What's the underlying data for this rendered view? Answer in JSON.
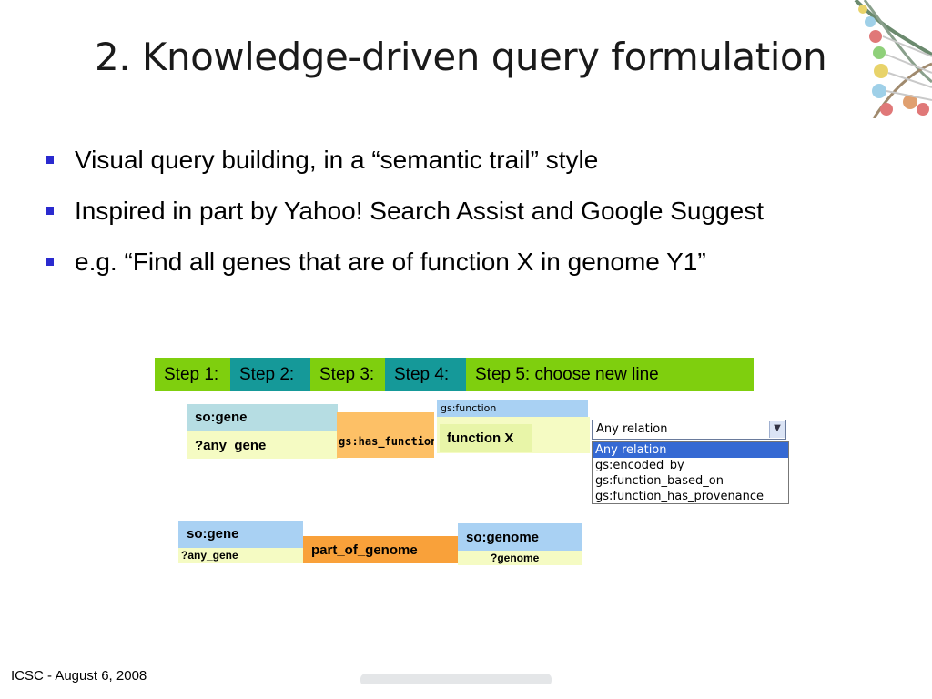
{
  "slide": {
    "title": "2. Knowledge-driven query formulation",
    "bullets": [
      "Visual query building, in a “semantic trail” style",
      "Inspired in part by Yahoo! Search Assist and Google Suggest",
      "e.g. “Find all genes that are of function X in genome Y1”"
    ],
    "footer": "ICSC - August 6, 2008"
  },
  "steps": {
    "step1": "Step 1:",
    "step2": "Step 2:",
    "step3": "Step 3:",
    "step4": "Step 4:",
    "step5": "Step 5: choose new line"
  },
  "trail1": {
    "class_label": "so:gene",
    "var_label": "?any_gene",
    "relation_label": "gs:has_function",
    "target_class_label": "gs:function",
    "target_value": "function X"
  },
  "relation_dropdown": {
    "selected": "Any relation",
    "options": [
      "Any relation",
      "gs:encoded_by",
      "gs:function_based_on",
      "gs:function_has_provenance"
    ]
  },
  "trail2": {
    "class_label": "so:gene",
    "var_label": "?any_gene",
    "relation_label": "part_of_genome",
    "target_class_label": "so:genome",
    "target_var_label": "?genome"
  },
  "colors": {
    "step_green": "#7fcf0e",
    "step_teal": "#159999",
    "class_blue": "#a9d1f3",
    "var_yellow": "#f5fbc3",
    "relation_orange": "#f9a13a",
    "relation_light_orange": "#fdc066",
    "bullet_blue": "#2a2acf"
  }
}
